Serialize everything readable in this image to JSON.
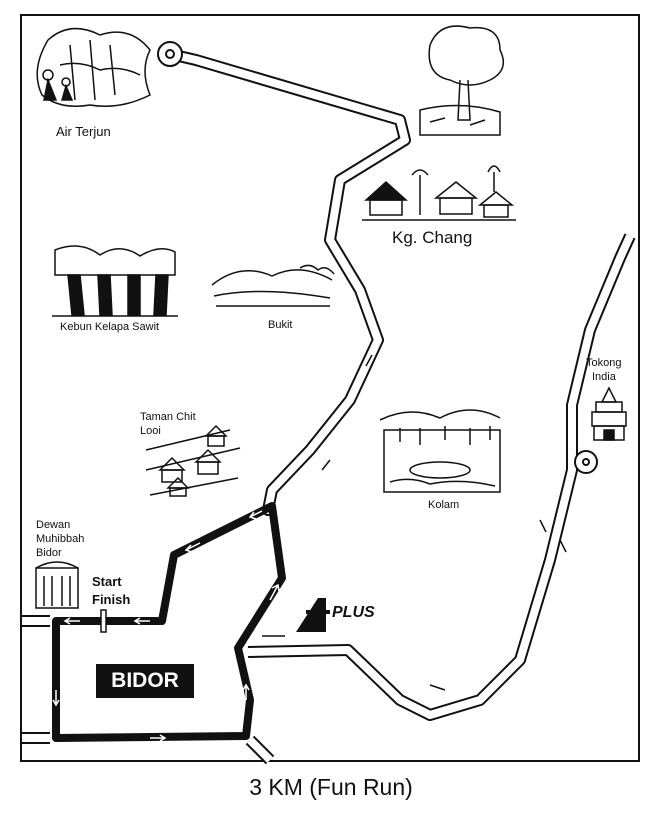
{
  "labels": {
    "air_terjun": "Air Terjun",
    "kg_chang": "Kg. Chang",
    "kebun_kelapa_sawit": "Kebun Kelapa Sawit",
    "bukit": "Bukit",
    "taman_line1": "Taman Chit",
    "taman_line2": "Looi",
    "tokong_line1": "Tokong",
    "tokong_line2": "India",
    "dewan_line1": "Dewan",
    "dewan_line2": "Muhibbah",
    "dewan_line3": "Bidor",
    "kolam": "Kolam",
    "start": "Start",
    "finish": "Finish",
    "plus": "PLUS",
    "town": "BIDOR"
  },
  "caption": "3 KM (Fun Run)",
  "colors": {
    "ink": "#111111",
    "paper": "#ffffff"
  },
  "icons": [
    "waterfall-illustration",
    "tree-illustration",
    "village-illustration",
    "palm-plantation-illustration",
    "hill-illustration",
    "housing-estate-illustration",
    "pond-illustration",
    "temple-icon",
    "hall-icon",
    "plus-highway-logo",
    "roundabout-icon",
    "direction-arrow-icon"
  ]
}
